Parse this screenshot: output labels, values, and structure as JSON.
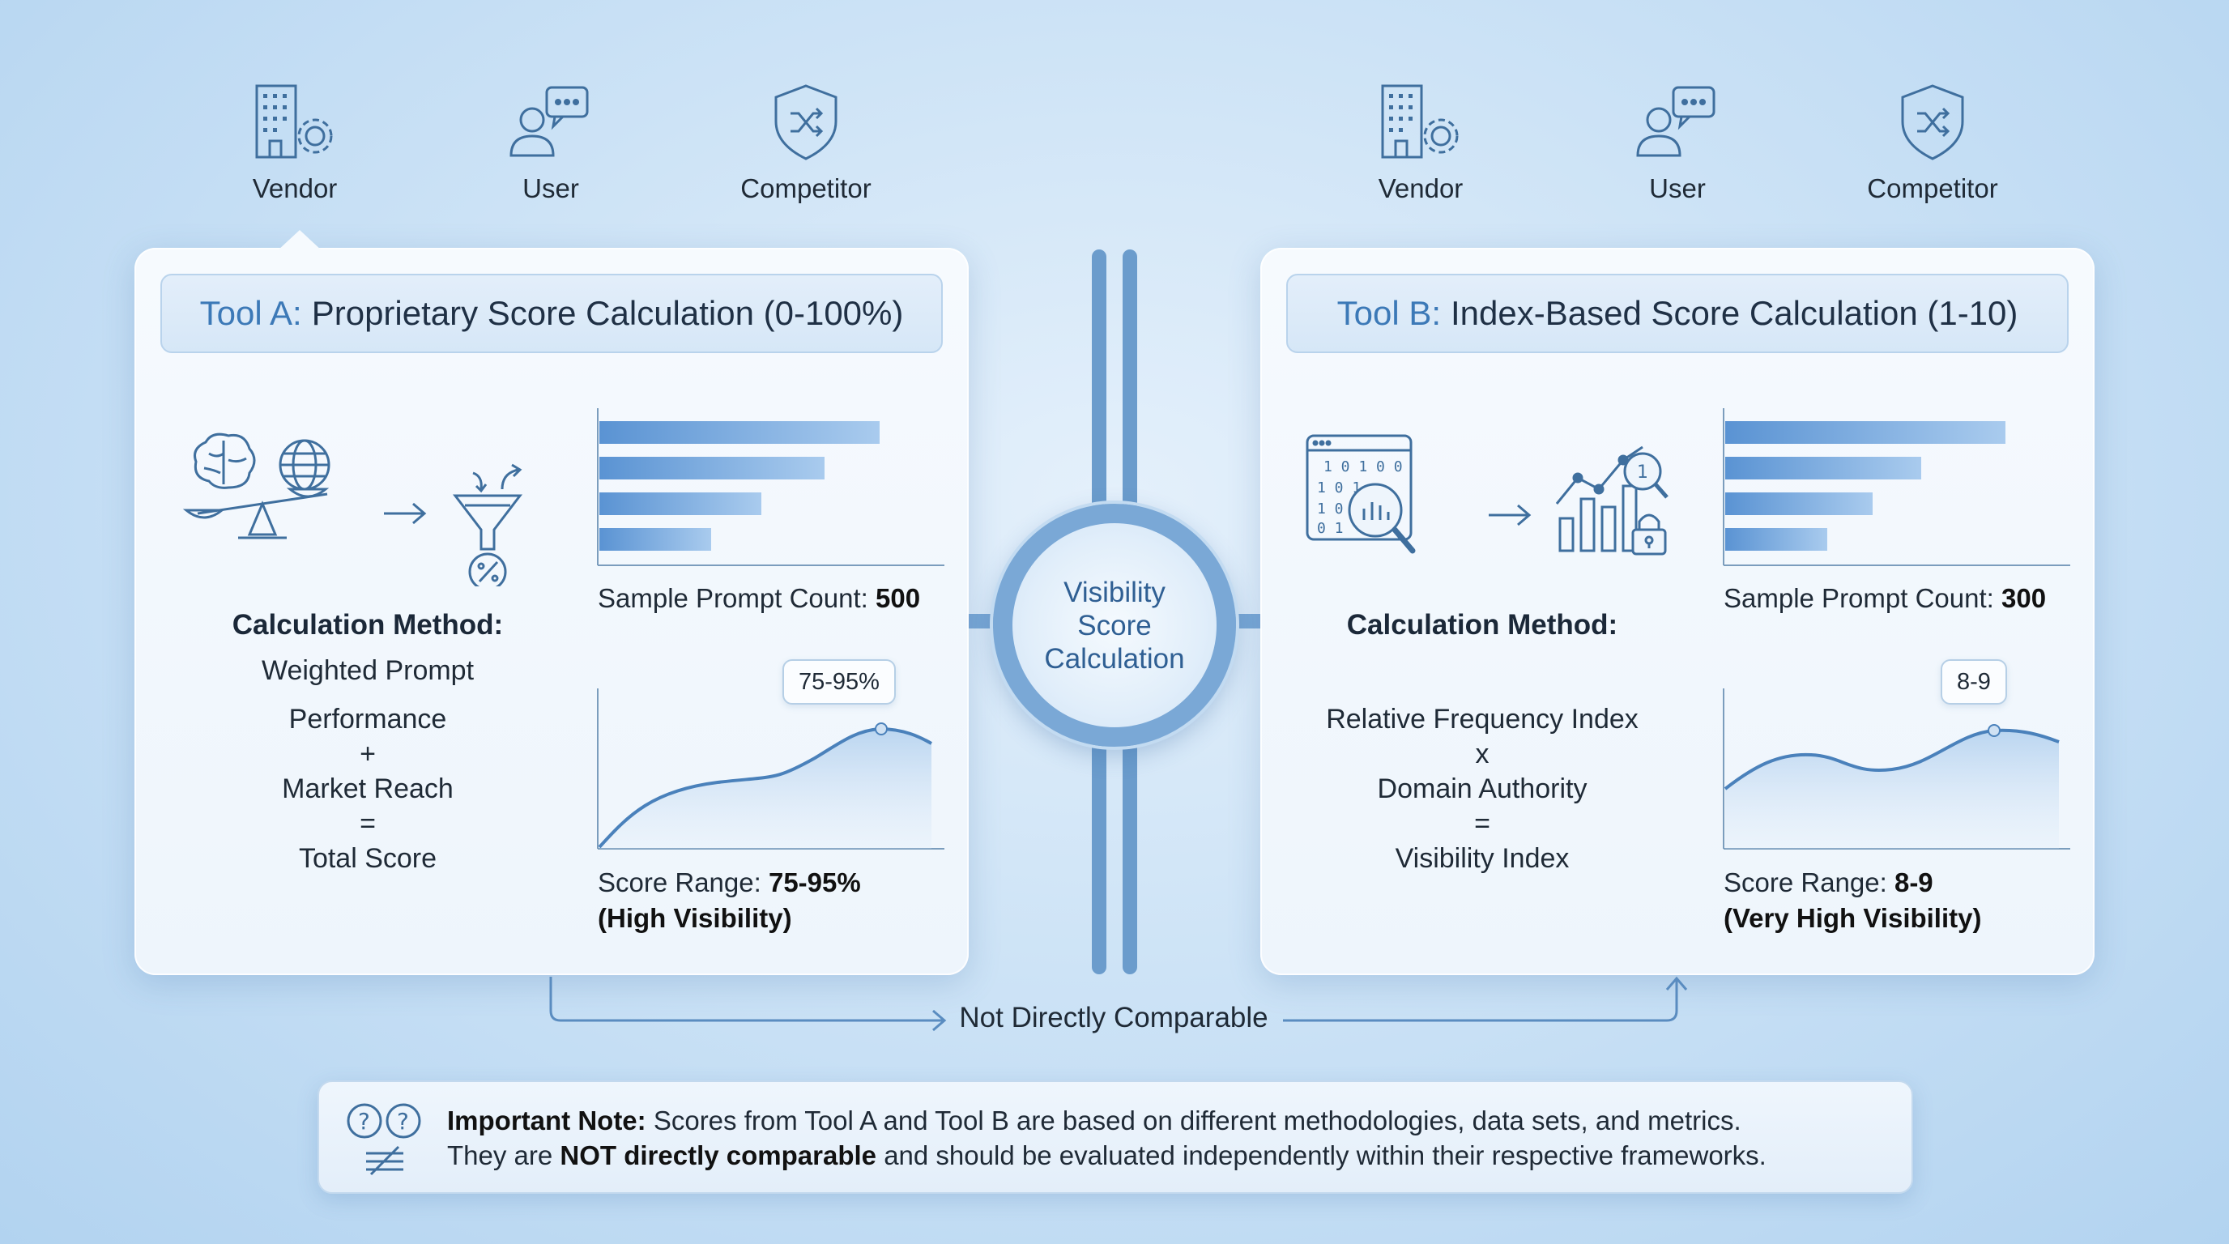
{
  "personas_left": [
    "Vendor",
    "User",
    "Competitor"
  ],
  "personas_right": [
    "Vendor",
    "User",
    "Competitor"
  ],
  "tool_a": {
    "tag": "Tool A:",
    "title": "Proprietary Score Calculation (0-100%)",
    "method_heading": "Calculation Method:",
    "method_lines": [
      "Weighted Prompt",
      "Performance",
      "+",
      "Market Reach",
      "=",
      "Total Score"
    ],
    "sample_label": "Sample Prompt Count: ",
    "sample_value": "500",
    "badge": "75-95%",
    "range_label": "Score Range: ",
    "range_value": "75-95%",
    "range_note": "(High Visibility)"
  },
  "tool_b": {
    "tag": "Tool B:",
    "title": "Index-Based Score Calculation (1-10)",
    "method_heading": "Calculation Method:",
    "method_lines": [
      "Relative Frequency Index",
      "x",
      "Domain Authority",
      "=",
      "Visibility Index"
    ],
    "sample_label": "Sample Prompt Count: ",
    "sample_value": "300",
    "badge": "8-9",
    "range_label": "Score Range: ",
    "range_value": "8-9",
    "range_note": "(Very High Visibility)"
  },
  "center_label": "Visibility Score Calculation",
  "connector_label": "Not Directly Comparable",
  "note": {
    "prefix": "Important Note:",
    "line1_rest": " Scores from Tool A and Tool B are based on different methodologies, data sets, and metrics.",
    "line2_start": "They are ",
    "line2_bold": "NOT directly comparable",
    "line2_rest": " and should be evaluated independently within their respective frameworks."
  },
  "colors": {
    "accent": "#3c79b7",
    "icon_stroke": "#3f6f9e",
    "bar": "#6fa3dc",
    "card_bg": "#f3f8fd"
  }
}
